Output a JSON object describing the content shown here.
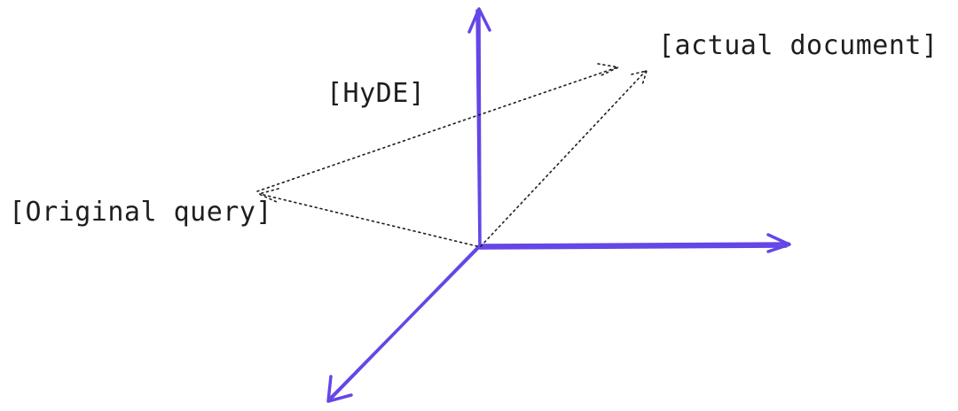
{
  "labels": {
    "actual_document": "[actual document]",
    "hyde": "[HyDE]",
    "original_query": "[Original query]"
  },
  "colors": {
    "axis": "#6546e6",
    "dotted": "#1e1e1e",
    "text": "#1e1e1e"
  }
}
